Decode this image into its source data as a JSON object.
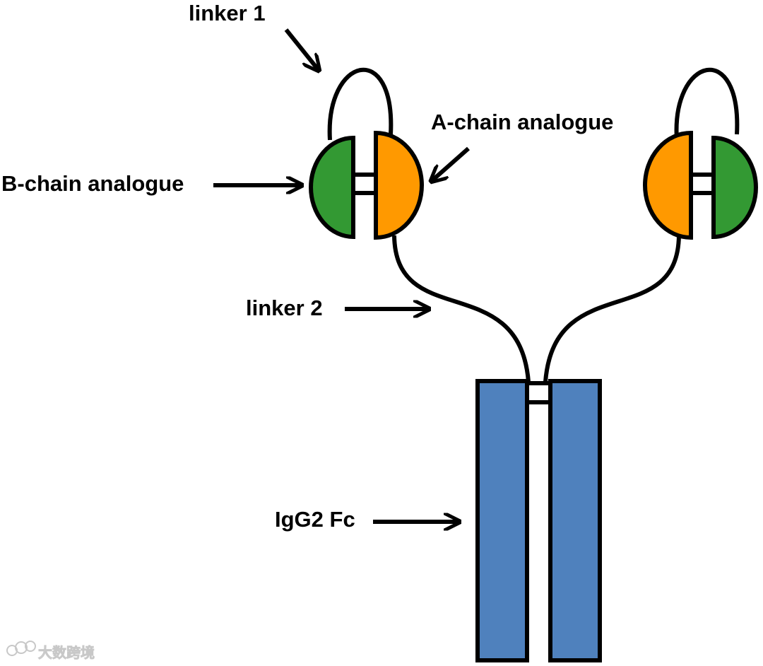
{
  "labels": {
    "linker1": "linker 1",
    "a_chain": "A-chain analogue",
    "b_chain": "B-chain analogue",
    "linker2": "linker 2",
    "fc": "IgG2 Fc"
  },
  "watermark": {
    "text": "大数跨境"
  },
  "colors": {
    "b_chain": "#339933",
    "a_chain": "#FF9900",
    "fc": "#4F81BD",
    "outline": "#000000"
  }
}
